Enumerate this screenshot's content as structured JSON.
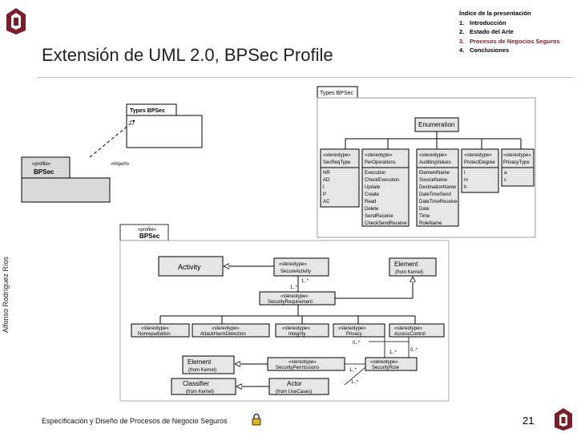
{
  "header": {
    "title": "Extensión de UML 2.0, BPSec Profile",
    "index_title": "Índice de la presentación",
    "index_items": [
      {
        "num": "1.",
        "label": "Introducción"
      },
      {
        "num": "2.",
        "label": "Estado del Arte"
      },
      {
        "num": "3.",
        "label": "Procesos de Negocios Seguros"
      },
      {
        "num": "4.",
        "label": "Conclusiones"
      }
    ]
  },
  "side": {
    "author": "Alfonso Rodríguez Ríos"
  },
  "footer": {
    "text": "Especificación y Diseño de Procesos de Negocio Seguros",
    "page": "21"
  },
  "colors": {
    "accent": "#7a1f2a",
    "rule": "#bcbcbc"
  },
  "diagram": {
    "types_pkg": {
      "tab": "Types BPSec"
    },
    "profile_pkg": {
      "stereo": "«profile»",
      "name": "BPSec"
    },
    "import_label": "«import»",
    "enum_panel": {
      "tab": "Types BPSec",
      "enumeration": "Enumeration",
      "columns": [
        {
          "stereo": "«stereotype»",
          "name": "SecReqType",
          "items": [
            "NR",
            "AD",
            "I",
            "P",
            "AC"
          ]
        },
        {
          "stereo": "«stereotype»",
          "name": "PerOperations",
          "items": [
            "Execution",
            "CheckExecution",
            "Update",
            "Create",
            "Read",
            "Delete",
            "SendReceive",
            "CheckSendReceive"
          ]
        },
        {
          "stereo": "«stereotype»",
          "name": "AuditingValues",
          "items": [
            "ElementName",
            "SourceName",
            "DestinationName",
            "DateTimeSend",
            "DateTimeReceive",
            "Date",
            "Time",
            "RoleName"
          ]
        },
        {
          "stereo": "«stereotype»",
          "name": "ProtectDegree",
          "items": [
            "l",
            "m",
            "h"
          ]
        },
        {
          "stereo": "«stereotype»",
          "name": "PrivacyType",
          "items": [
            "a",
            "c"
          ]
        }
      ]
    },
    "profile_panel": {
      "stereo": "«profile»",
      "name": "BPSec",
      "activity": "Activity",
      "secure_activity": {
        "stereo": "«stereotype»",
        "name": "SecureActivity"
      },
      "element_top": {
        "name": "Element",
        "from": "(from Kernel)"
      },
      "security_requirement": {
        "stereo": "«stereotype»",
        "name": "SecurityRequirement"
      },
      "mult_one_star": "1..*",
      "mult_1": "1..*",
      "subtypes": [
        {
          "stereo": "«stereotype»",
          "name": "Nonrepudiation"
        },
        {
          "stereo": "«stereotype»",
          "name": "AttackHarmDetection"
        },
        {
          "stereo": "«stereotype»",
          "name": "Integrity"
        },
        {
          "stereo": "«stereotype»",
          "name": "Privacy"
        },
        {
          "stereo": "«stereotype»",
          "name": "AccessControl"
        }
      ],
      "element_bottom": {
        "name": "Element",
        "from": "(from Kernel)"
      },
      "security_permissions": {
        "stereo": "«stereotype»",
        "name": "SecurityPermissions"
      },
      "security_role": {
        "stereo": "«stereotype»",
        "name": "SecurityRole"
      },
      "classifier": {
        "name": "Classifier",
        "from": "(from Kernel)"
      },
      "actor": {
        "name": "Actor",
        "from": "(from UseCases)"
      },
      "mults": [
        "0..*",
        "1..*",
        "0..*",
        "1..*",
        "1..*"
      ]
    }
  }
}
